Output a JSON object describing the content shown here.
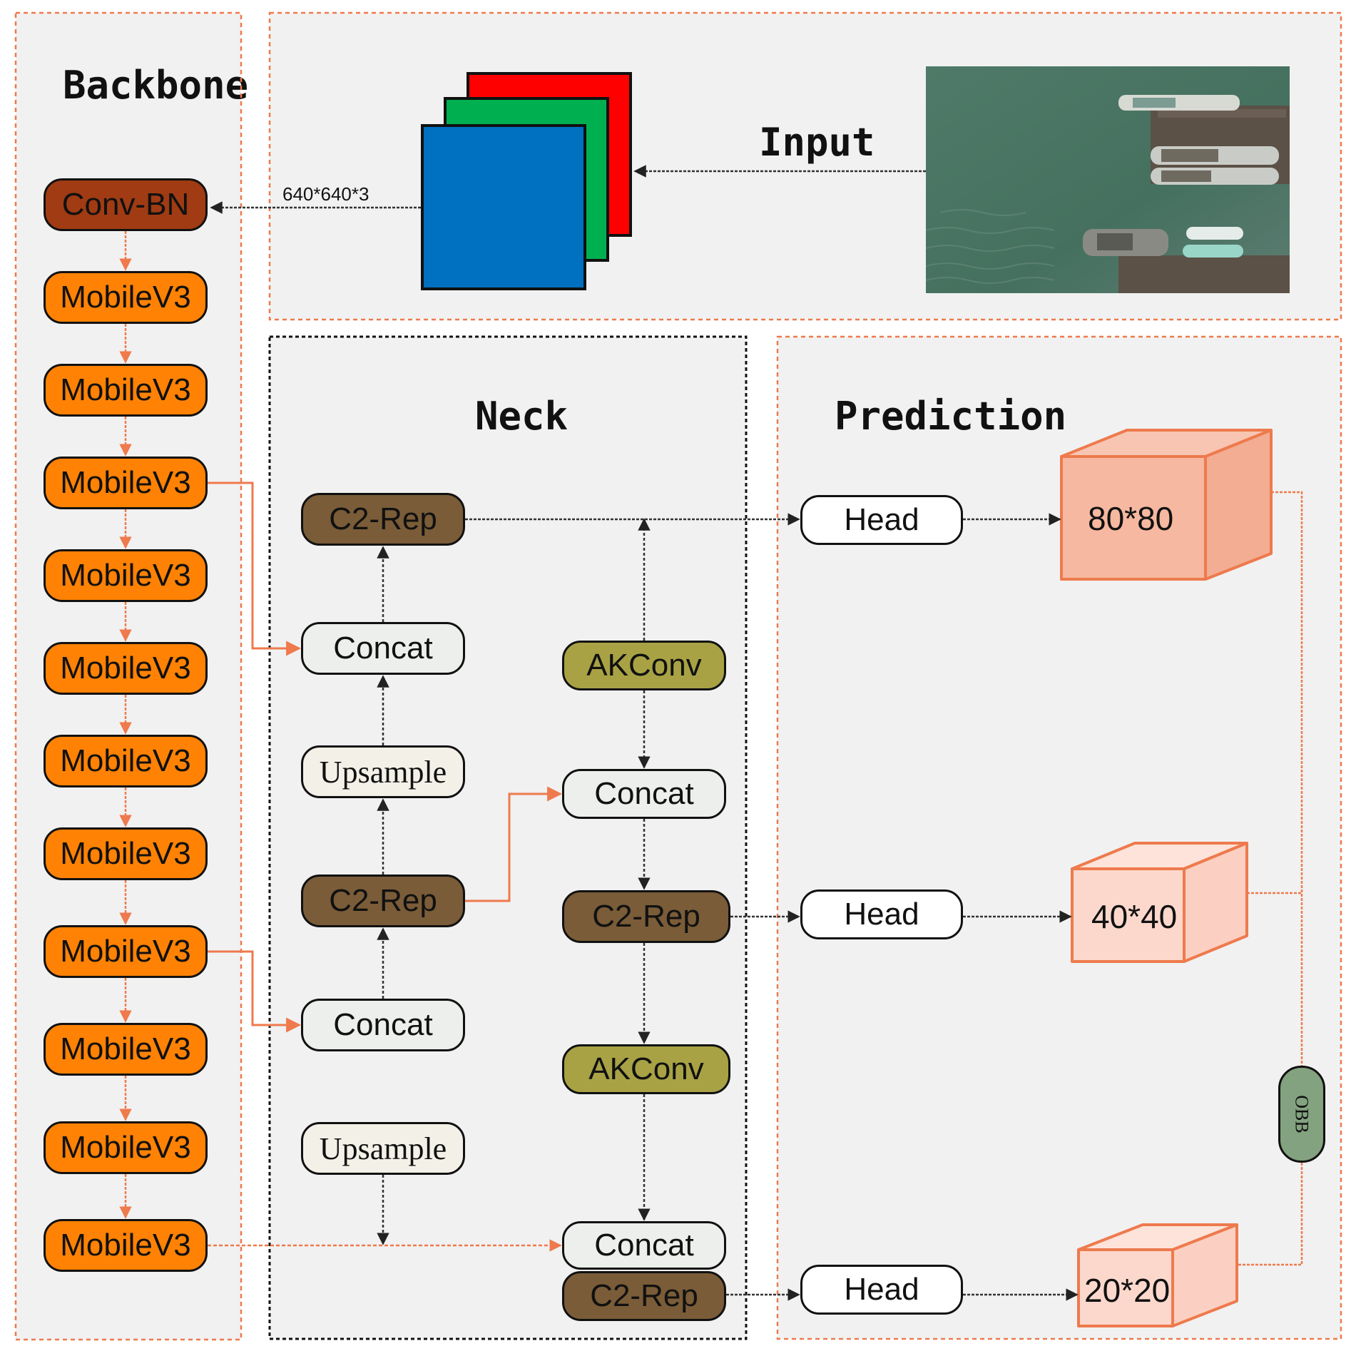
{
  "sections": {
    "backbone": "Backbone",
    "input": "Input",
    "neck": "Neck",
    "prediction": "Prediction"
  },
  "input_size": "640*640*3",
  "backbone_blocks": [
    "Conv-BN",
    "MobileV3",
    "MobileV3",
    "MobileV3",
    "MobileV3",
    "MobileV3",
    "MobileV3",
    "MobileV3",
    "MobileV3",
    "MobileV3",
    "MobileV3",
    "MobileV3"
  ],
  "neck_left": {
    "c2rep_top": "C2-Rep",
    "concat_top": "Concat",
    "upsample_top": "Upsample",
    "c2rep_mid": "C2-Rep",
    "concat_mid": "Concat",
    "upsample_bottom": "Upsample"
  },
  "neck_right": {
    "akconv_top": "AKConv",
    "concat_mid": "Concat",
    "c2rep_mid": "C2-Rep",
    "akconv_bottom": "AKConv",
    "concat_bottom": "Concat",
    "c2rep_bottom": "C2-Rep"
  },
  "heads": [
    "Head",
    "Head",
    "Head"
  ],
  "outputs": [
    "80*80",
    "40*40",
    "20*20"
  ],
  "obb": "OBB",
  "colors": {
    "panel": "#f1f1f1",
    "orange_dash": "#ee7a4d",
    "mobilev3": "#ff8204",
    "conv_bn": "#a03b13",
    "c2rep": "#7a5c38",
    "akconv": "#a8a245",
    "concat": "#ecefec",
    "upsample": "#f3f1e7",
    "obb": "#83a27f",
    "cube_large": "#f6b8a0",
    "cube_small": "#fcd8cc",
    "channel_red": "#ff0000",
    "channel_green": "#00b050",
    "channel_blue": "#0070c0"
  }
}
